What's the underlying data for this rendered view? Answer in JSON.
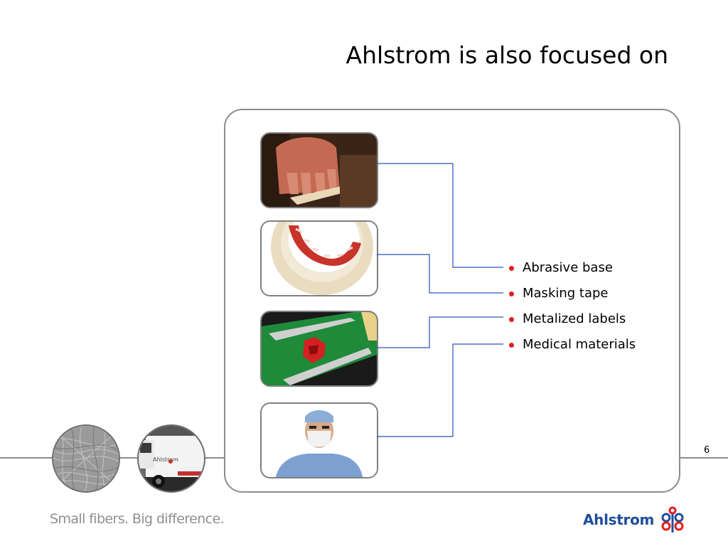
{
  "slide": {
    "title": "Ahlstrom is also focused on",
    "page_number": "6"
  },
  "bullets": [
    {
      "label": "Abrasive base"
    },
    {
      "label": "Masking tape"
    },
    {
      "label": "Metalized labels"
    },
    {
      "label": "Medical materials"
    }
  ],
  "photos": [
    {
      "icon": "abrasive-sanding-photo-icon"
    },
    {
      "icon": "masking-tape-roll-photo-icon"
    },
    {
      "icon": "metalized-label-can-photo-icon"
    },
    {
      "icon": "surgeon-mask-photo-icon"
    }
  ],
  "footer": {
    "tagline": "Small fibers. Big difference.",
    "logo_text": "Ahlstrom",
    "truck_text": "Ahlstrom"
  },
  "colors": {
    "connector": "#2a52be",
    "bullet": "#e31d1d",
    "brand_blue": "#1f4e9a",
    "frame_gray": "#8c8c8c"
  }
}
